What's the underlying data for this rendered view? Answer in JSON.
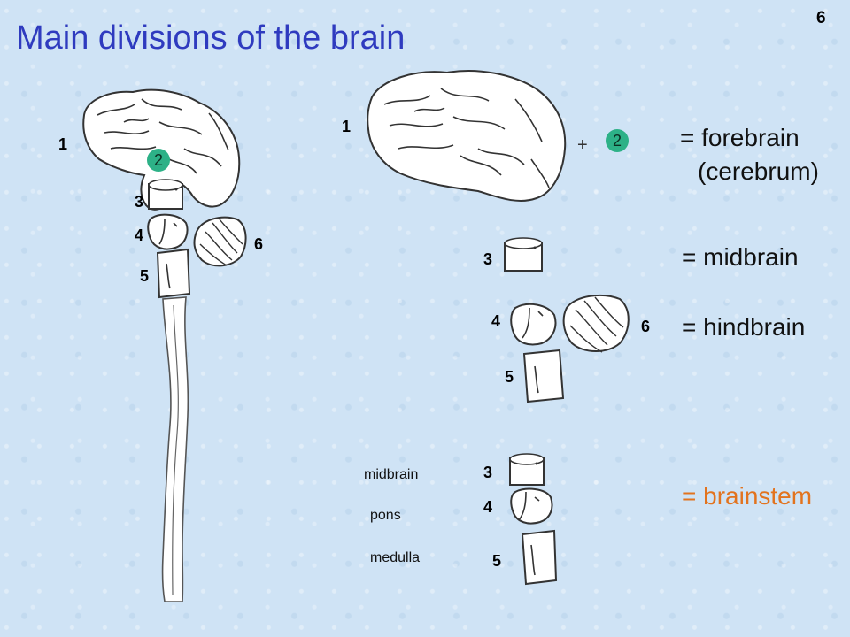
{
  "slide": {
    "title": "Main divisions of the brain",
    "number": "6"
  },
  "left_figure": {
    "labels": [
      "1",
      "2",
      "3",
      "4",
      "5",
      "6"
    ]
  },
  "right_figure": {
    "forebrain": {
      "num1": "1",
      "plus": "+",
      "num2": "2",
      "label_line1": "= forebrain",
      "label_line2": "(cerebrum)"
    },
    "midbrain": {
      "num": "3",
      "label": "= midbrain"
    },
    "hindbrain": {
      "num4": "4",
      "num5": "5",
      "num6": "6",
      "label": "= hindbrain"
    },
    "brainstem": {
      "num3": "3",
      "num4": "4",
      "num5": "5",
      "part_midbrain": "midbrain",
      "part_pons": "pons",
      "part_medulla": "medulla",
      "label": "= brainstem"
    }
  },
  "colors": {
    "title": "#2f3bbf",
    "badge": "#2db187",
    "brainstem_label": "#e2731e",
    "background": "#cfe3f5"
  },
  "icons": [
    "brain-cerebrum-icon",
    "midbrain-icon",
    "pons-icon",
    "medulla-icon",
    "cerebellum-icon",
    "spinal-cord-icon"
  ]
}
